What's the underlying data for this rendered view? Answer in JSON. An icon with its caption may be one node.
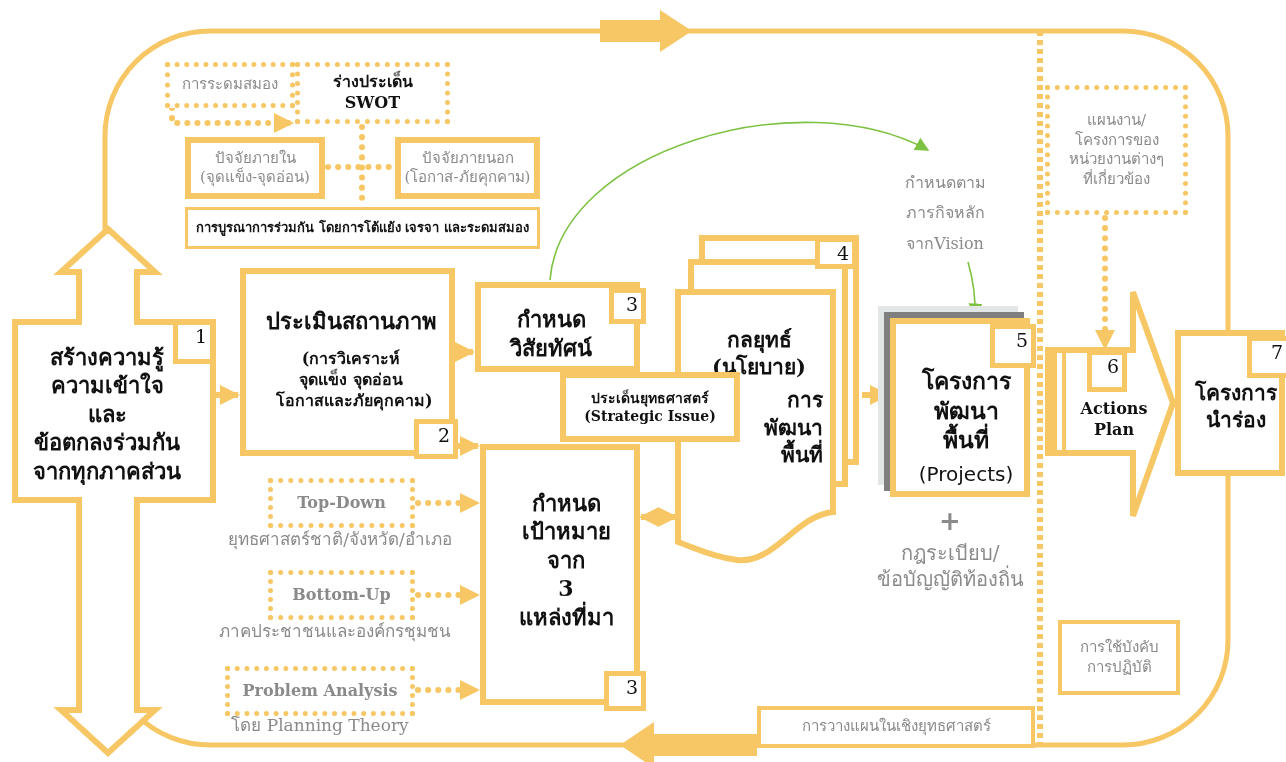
{
  "diagram": {
    "nodes": [
      {
        "text": [
          "การระดมสมอง"
        ]
      },
      {
        "text": [
          "ร่างประเด็น SWOT"
        ]
      },
      {
        "text": [
          "ปัจจัยภายใน (จุดแข็ง-จุดอ่อน)"
        ]
      },
      {
        "text": [
          "ปัจจัยภายนอก (โอกาส-ภัยคุกคาม)"
        ]
      },
      {
        "text": [
          "การบูรณาการร่วมกัน โดยการโต้แย้ง เจรจา และระดมสมอง"
        ]
      },
      {
        "text": [
          "1",
          "สร้างความรู้ ความเข้าใจ และ ข้อตกลงร่วมกัน จากทุกภาคส่วน"
        ]
      },
      {
        "text": [
          "ประเมินสถานภาพ",
          "(การวิเคราะห์ จุดแข็ง จุดอ่อน โอกาสและภัยคุกคาม)",
          "2"
        ]
      },
      {
        "text": [
          "3",
          "กำหนด วิสัยทัศน์"
        ]
      },
      {
        "text": [
          "กำหนด เป้าหมาย จาก 3 แหล่งที่มา",
          "3"
        ]
      },
      {
        "text": [
          "ประเด็นยุทธศาสตร์ (Strategic Issue)"
        ]
      },
      {
        "text": [
          "4",
          "กลยุทธ์ (นโยบาย)",
          "การ พัฒนา พื้นที่"
        ]
      },
      {
        "text": [
          "กำหนดตาม ภารกิจหลัก จากVision"
        ]
      },
      {
        "text": [
          "5",
          "โครงการ พัฒนา พื้นที่",
          "(Projects)"
        ],
        "beside": [
          "+",
          "กฎระเบียบ/ ข้อบัญญัติท้องถิ่น"
        ]
      },
      {
        "text": [
          "แผนงาน/ โครงการของ หน่วยงานต่างๆ ที่เกี่ยวข้อง"
        ]
      },
      {
        "text": [
          "6",
          "Actions Plan"
        ]
      },
      {
        "text": [
          "7",
          "โครงการ นำร่อง"
        ]
      },
      {
        "text": [
          "Top-Down"
        ],
        "beside": [
          "ยุทธศาสตร์ชาติ/จังหวัด/อำเภอ"
        ]
      },
      {
        "text": [
          "Bottom-Up"
        ],
        "beside": [
          "ภาคประชาชนและองค์กรชุมชน"
        ]
      },
      {
        "text": [
          "Problem Analysis"
        ],
        "beside": [
          "โดย Planning Theory"
        ]
      },
      {
        "text": [
          "การใช้บังคับ การปฏิบัติ"
        ]
      },
      {
        "text": [
          "การวางแผนในเชิงยุทธศาสตร์"
        ]
      }
    ],
    "edges": [
      {
        "from": 0,
        "to": 1,
        "arrow": "to",
        "style": "dashed"
      },
      {
        "from": 2,
        "to": 3,
        "arrow": "none",
        "style": "dashed"
      },
      {
        "from": 1,
        "to": 4,
        "arrow": "none",
        "style": "dashed"
      },
      {
        "from": 5,
        "to": 6,
        "arrow": "to"
      },
      {
        "from": 6,
        "to": 7,
        "arrow": "to"
      },
      {
        "from": 6,
        "to": 8,
        "arrow": "to"
      },
      {
        "from": 16,
        "to": 8,
        "arrow": "to",
        "style": "dashed"
      },
      {
        "from": 17,
        "to": 8,
        "arrow": "to",
        "style": "dashed"
      },
      {
        "from": 18,
        "to": 8,
        "arrow": "to",
        "style": "dashed"
      },
      {
        "from": 8,
        "to": 10,
        "arrow": "both"
      },
      {
        "from": 10,
        "to": 12,
        "arrow": "to"
      },
      {
        "from": 7,
        "to": 11,
        "arrow": "to",
        "color": "#7dc242"
      },
      {
        "from": 11,
        "to": 12,
        "arrow": "to",
        "color": "#7dc242"
      },
      {
        "from": 13,
        "to": 14,
        "arrow": "to",
        "style": "dashed"
      }
    ]
  }
}
